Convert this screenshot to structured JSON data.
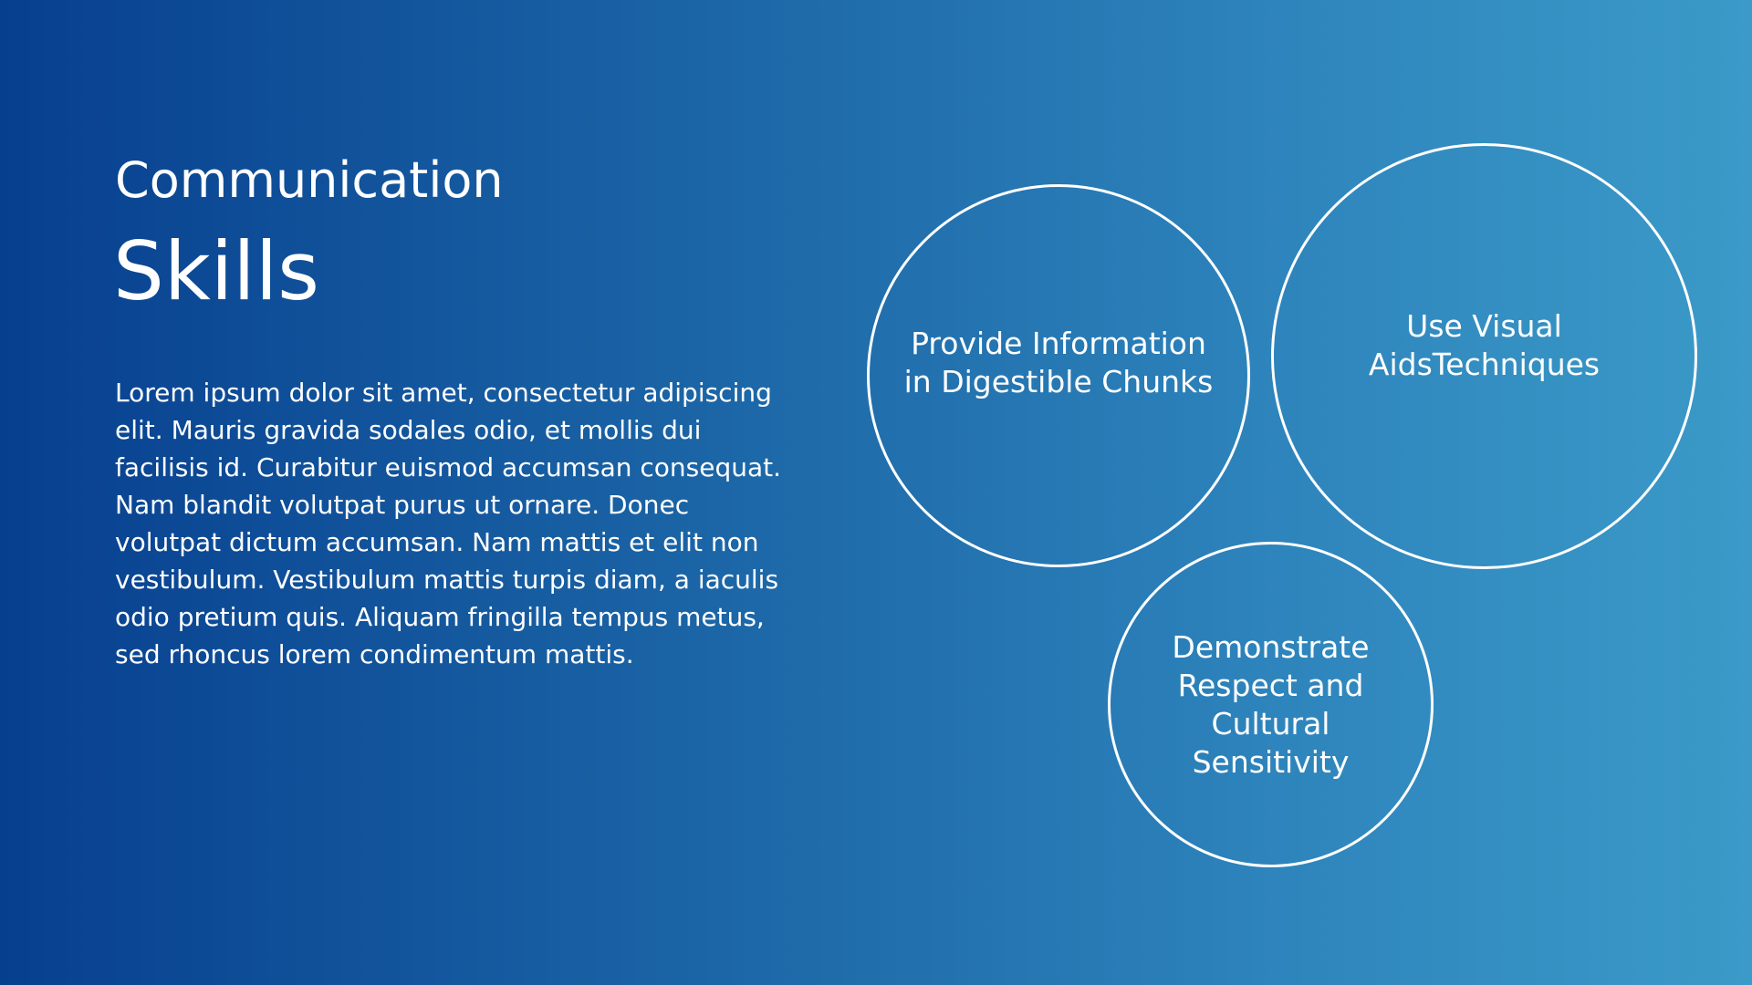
{
  "slide": {
    "title_line1": "Communication",
    "title_line2": "Skills",
    "body": "Lorem ipsum dolor sit amet, consectetur adipiscing elit. Mauris gravida sodales odio, et mollis dui facilisis id. Curabitur euismod accumsan consequat. Nam blandit volutpat purus ut ornare. Donec volutpat dictum accumsan. Nam mattis et elit non vestibulum. Vestibulum mattis turpis diam, a iaculis odio pretium quis. Aliquam fringilla tempus metus, sed rhoncus lorem condimentum mattis."
  },
  "circles": [
    {
      "label": "Provide Information in Digestible Chunks"
    },
    {
      "label": "Use Visual AidsTechniques"
    },
    {
      "label": "Demonstrate Respect and Cultural Sensitivity"
    }
  ],
  "colors": {
    "gradient_start": "#073f8f",
    "gradient_end": "#3b9ac8",
    "text": "#ffffff",
    "circle_border": "#ffffff"
  }
}
